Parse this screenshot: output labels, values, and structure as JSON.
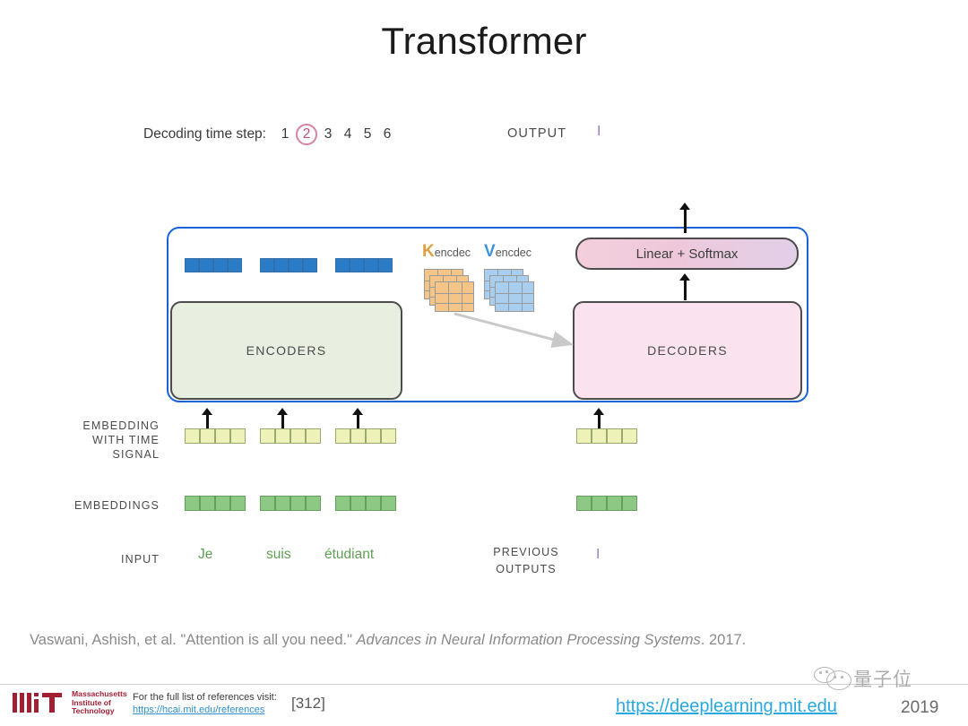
{
  "slide": {
    "title": "Transformer",
    "decoding": {
      "label": "Decoding time step:",
      "steps": [
        "1",
        "2",
        "3",
        "4",
        "5",
        "6"
      ],
      "active_index": 1,
      "active_color": "#c24f7d"
    },
    "output": {
      "label": "OUTPUT",
      "token": "I",
      "token_color": "#9b7bb8"
    },
    "architecture": {
      "container_border_color": "#1763d6",
      "encoders_label": "ENCODERS",
      "encoders_fill": "#e8efe0",
      "decoders_label": "DECODERS",
      "decoders_fill": "#fae3ee",
      "linear_softmax_label": "Linear + Softmax",
      "encoder_output_vectors": 3,
      "encoder_output_cells": 4,
      "encoder_output_color": "#2b7cc4",
      "k_label_main": "K",
      "k_label_sub": "encdec",
      "k_color": "#e0a040",
      "k_card_fill": "#f5c487",
      "v_label_main": "V",
      "v_label_sub": "encdec",
      "v_color": "#3f93e0",
      "v_card_fill": "#a9cff0"
    },
    "rows": {
      "embedding_with_time_signal": "EMBEDDING\nWITH TIME\nSIGNAL",
      "embedding_with_time_signal_lines": [
        "EMBEDDING",
        "WITH TIME",
        "SIGNAL"
      ],
      "embeddings": "EMBEDDINGS",
      "input": "INPUT",
      "previous_outputs_lines": [
        "PREVIOUS",
        "OUTPUTS"
      ]
    },
    "tokens": {
      "input": [
        "Je",
        "suis",
        "étudiant"
      ],
      "input_color": "#5f9e53",
      "previous_output": "I"
    },
    "vectors": {
      "time_signal_cells": 4,
      "time_signal_color": "#eff2b8",
      "embedding_cells": 4,
      "embedding_color": "#8dc985"
    },
    "citation": {
      "prefix": "Vaswani, Ashish, et al. \"Attention is all you need.\" ",
      "italic": "Advances in Neural Information Processing Systems",
      "suffix": ". 2017."
    },
    "footer": {
      "mit_line1": "Massachusetts",
      "mit_line2": "Institute of",
      "mit_line3": "Technology",
      "refs_text": "For the full list of references visit:",
      "refs_link": "https://hcai.mit.edu/references",
      "ref_number": "[312]",
      "site_url": "https://deeplearning.mit.edu",
      "year": "2019",
      "watermark_text": "量子位"
    }
  }
}
